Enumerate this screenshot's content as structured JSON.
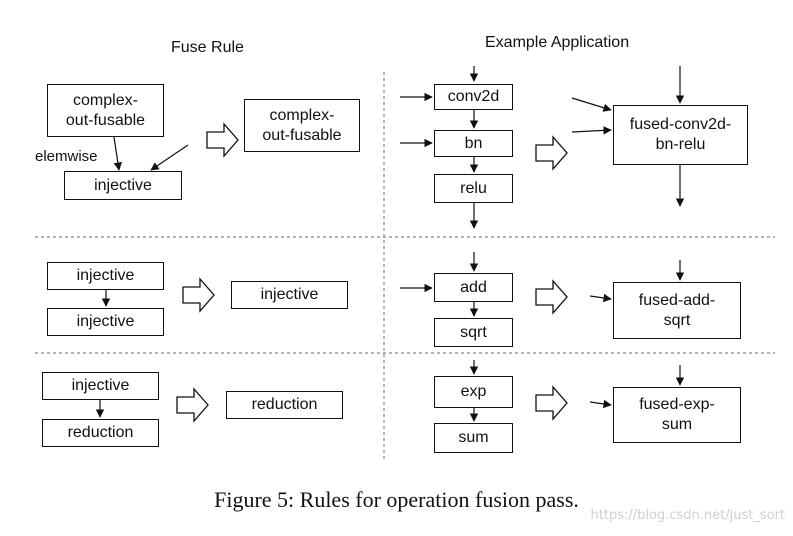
{
  "headings": {
    "fuse_rule": "Fuse Rule",
    "example_application": "Example Application"
  },
  "rule1": {
    "complex_left": "complex-\nout-fusable",
    "injective": "injective",
    "elemwise_label": "elemwise",
    "complex_result": "complex-\nout-fusable"
  },
  "rule2": {
    "injective_top": "injective",
    "injective_bottom": "injective",
    "result": "injective"
  },
  "rule3": {
    "injective": "injective",
    "reduction": "reduction",
    "result": "reduction"
  },
  "example1": {
    "conv2d": "conv2d",
    "bn": "bn",
    "relu": "relu",
    "fused": "fused-conv2d-\nbn-relu"
  },
  "example2": {
    "add": "add",
    "sqrt": "sqrt",
    "fused": "fused-add-\nsqrt"
  },
  "example3": {
    "exp": "exp",
    "sum": "sum",
    "fused": "fused-exp-\nsum"
  },
  "caption": "Figure 5: Rules for operation fusion pass.",
  "watermark": "https://blog.csdn.net/just_sort"
}
